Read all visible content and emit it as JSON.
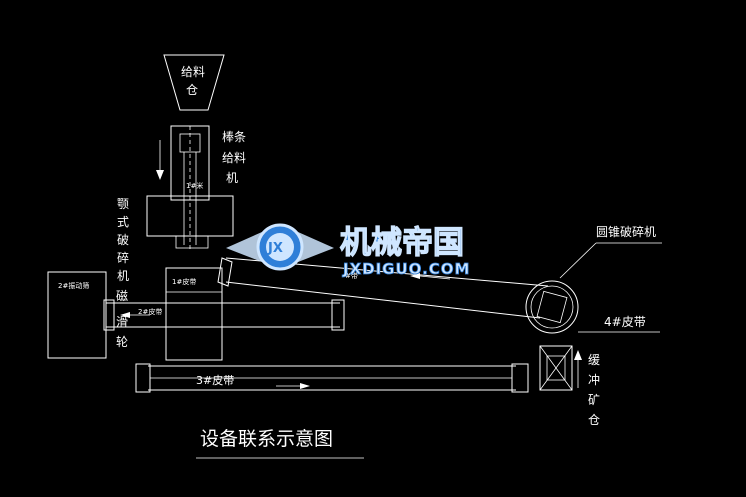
{
  "diagram": {
    "title": "设备联系示意图",
    "hopper_label_line1": "给料",
    "hopper_label_line2": "仓",
    "feeder_label_line1": "棒条",
    "feeder_label_line2": "给料",
    "feeder_label_line3": "机",
    "feeder_belt_tag": "1#米",
    "jaw_label_1": "颚",
    "jaw_label_2": "式",
    "jaw_label_3": "破",
    "jaw_label_4": "碎",
    "jaw_label_5": "机",
    "magnet_label_1": "磁",
    "magnet_label_2": "滑",
    "magnet_label_3": "轮",
    "vibrating_screen_label": "2#振动筛",
    "belt1_label": "1#皮带",
    "belt2_label": "2#皮带",
    "belt3_label": "3#皮带",
    "belt4_label": "4#皮带",
    "cone_crusher_label": "圆锥破碎机",
    "buffer_bin_1": "缓",
    "buffer_bin_2": "冲",
    "buffer_bin_3": "矿",
    "buffer_bin_4": "仓",
    "small_tag_upper": "#带"
  },
  "watermark": {
    "cn_text": "机械帝国",
    "en_text": "JXDIGUO.COM",
    "badge_text": "JX"
  },
  "colors": {
    "background": "#000000",
    "lines": "#ffffff",
    "watermark_blue": "#2f7fd8",
    "watermark_light": "#cfe6ff"
  }
}
